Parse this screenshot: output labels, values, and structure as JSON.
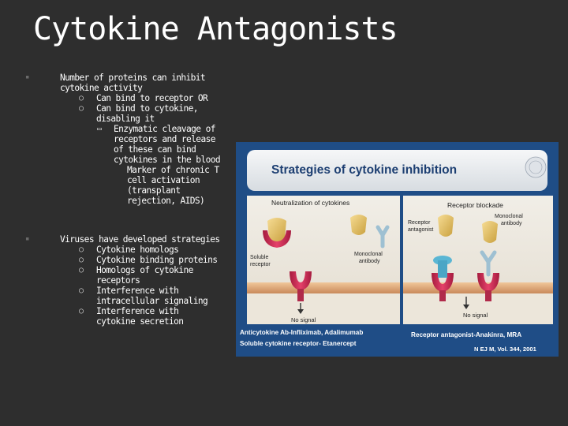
{
  "slide": {
    "title": "Cytokine Antagonists",
    "bullets": [
      {
        "level": 1,
        "text": "Number of proteins can inhibit cytokine activity"
      },
      {
        "level": 2,
        "text": "Can bind to receptor OR"
      },
      {
        "level": 2,
        "text": "Can bind to cytokine, disabling it"
      },
      {
        "level": 3,
        "text": "Enzymatic cleavage of receptors and release of these can bind cytokines in the blood"
      },
      {
        "level": 4,
        "text": "Marker of chronic T cell activation (transplant rejection, AIDS)"
      },
      {
        "level": 1,
        "text": "Viruses have developed strategies"
      },
      {
        "level": 2,
        "text": "Cytokine homologs"
      },
      {
        "level": 2,
        "text": "Cytokine binding proteins"
      },
      {
        "level": 2,
        "text": "Homologs of cytokine receptors"
      },
      {
        "level": 2,
        "text": "Interference with intracellular signaling"
      },
      {
        "level": 2,
        "text": "Interference with cytokine secretion"
      }
    ]
  },
  "figure": {
    "title": "Strategies of cytokine inhibition",
    "left_panel": {
      "heading": "Neutralization of cytokines",
      "label_soluble": "Soluble receptor",
      "label_monoclonal": "Monoclonal antibody",
      "signal": "No signal"
    },
    "right_panel": {
      "heading": "Receptor blockade",
      "label_antagonist": "Receptor antagonist",
      "label_monoclonal": "Monoclonal antibody",
      "signal": "No signal"
    },
    "footer_left_1": "Anticytokine Ab-Infliximab, Adalimumab",
    "footer_left_2": "Soluble cytokine receptor- Etanercept",
    "footer_right_1": "Receptor antagonist-Anakinra, MRA",
    "footer_right_2": "N EJ M, Vol. 344, 2001",
    "colors": {
      "frame": "#1f4d86",
      "banner": "#e9ecef",
      "cytokine": "#e8c46a",
      "receptor": "#d42c55",
      "antibody": "#a9c8d8",
      "membrane": "#e7b07a"
    }
  }
}
